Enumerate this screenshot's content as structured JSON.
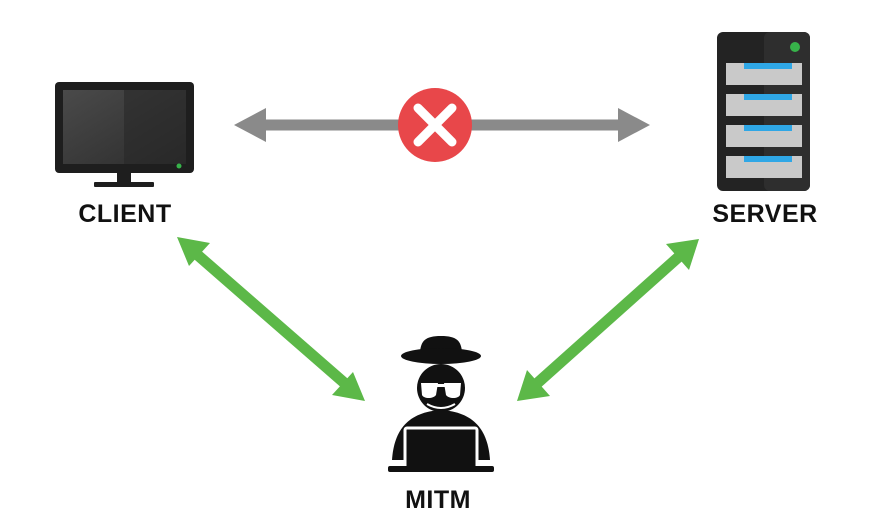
{
  "nodes": {
    "client": {
      "label": "CLIENT",
      "icon": "monitor-icon"
    },
    "server": {
      "label": "SERVER",
      "icon": "server-rack-icon"
    },
    "mitm": {
      "label": "MITM",
      "icon": "hacker-icon"
    }
  },
  "links": [
    {
      "from": "client",
      "to": "server",
      "status": "blocked",
      "marker": "close-icon"
    },
    {
      "from": "client",
      "to": "mitm",
      "status": "active"
    },
    {
      "from": "server",
      "to": "mitm",
      "status": "active"
    }
  ],
  "colors": {
    "blocked_link": "#8a8a8a",
    "active_link": "#5cb848",
    "block_marker": "#e8474a",
    "device_dark": "#1e1e1e",
    "server_slot": "#c9c9c9",
    "server_accent": "#2fa7e6",
    "status_led": "#37b34a",
    "label_text": "#111111"
  }
}
